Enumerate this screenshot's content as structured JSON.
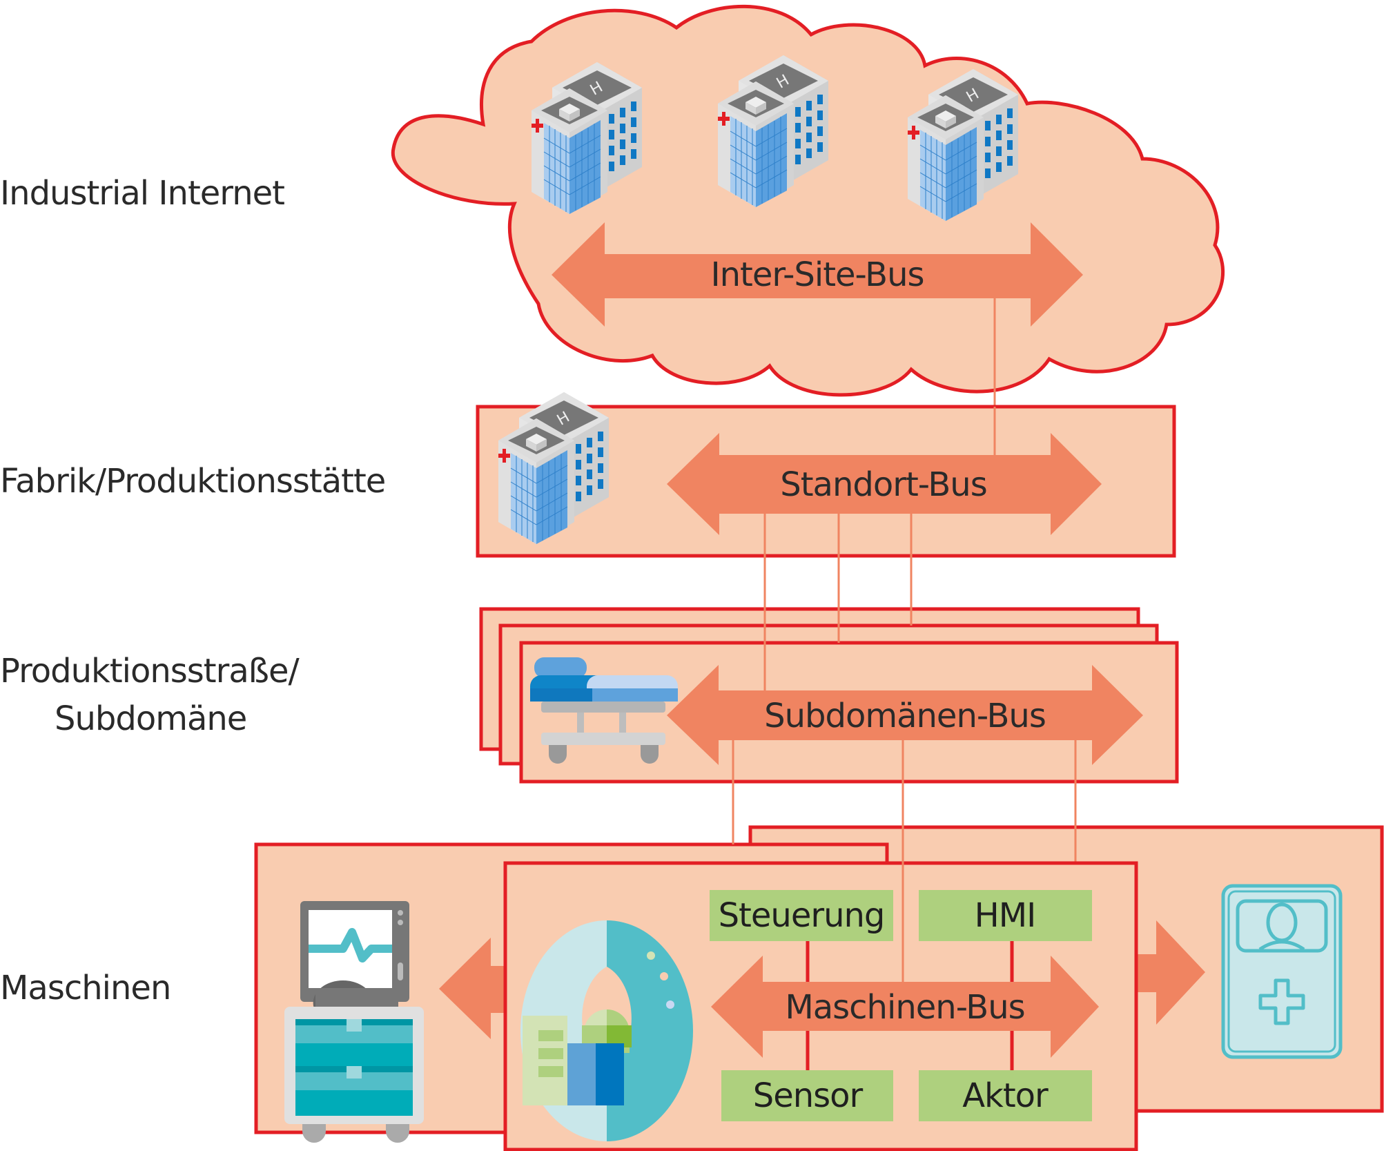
{
  "colors": {
    "frame": "#e31e24",
    "fill": "#f9ccb0",
    "bus": "#f08461",
    "connector": "#f08461",
    "component": "#aed07e",
    "text": "#2a2a2a"
  },
  "levels": [
    {
      "id": "industrial-internet",
      "label": "Industrial Internet"
    },
    {
      "id": "factory",
      "label": "Fabrik/Produktionsstätte"
    },
    {
      "id": "production-line",
      "label_line1": "Produktionsstraße/",
      "label_line2": "Subdomäne"
    },
    {
      "id": "machines",
      "label": "Maschinen"
    }
  ],
  "buses": {
    "inter_site": "Inter-Site-Bus",
    "site": "Standort-Bus",
    "subdomain": "Subdomänen-Bus",
    "machine": "Maschinen-Bus"
  },
  "components": {
    "control": "Steuerung",
    "hmi": "HMI",
    "sensor": "Sensor",
    "actuator": "Aktor"
  },
  "icons": {
    "cloud_buildings": [
      "hospital-building-icon",
      "hospital-building-icon",
      "hospital-building-icon"
    ],
    "factory": "hospital-building-icon",
    "production_line": "stretcher-icon",
    "machine_left": "patient-monitor-icon",
    "machine_center": "ct-scanner-icon",
    "machine_right": "patient-bed-icon"
  }
}
